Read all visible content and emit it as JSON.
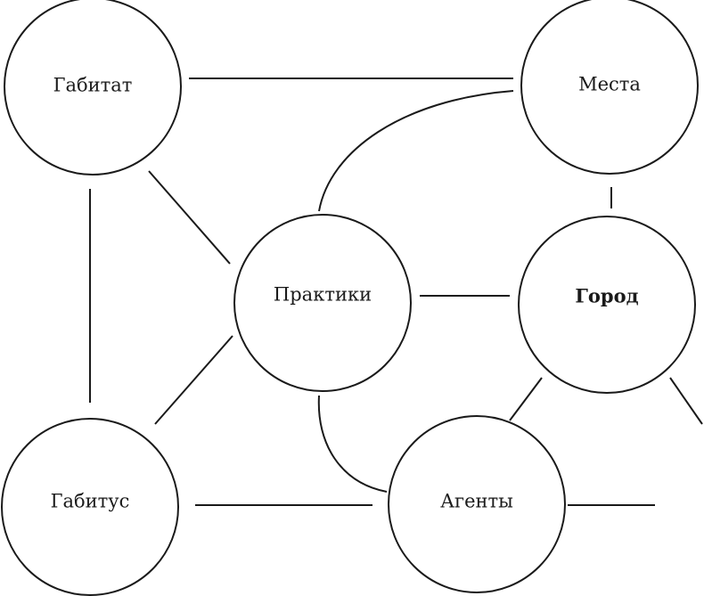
{
  "nodes": {
    "gabitat": {
      "label": "Габитат"
    },
    "mesta": {
      "label": "Места"
    },
    "praktiki": {
      "label": "Практики"
    },
    "gorod": {
      "label": "Город",
      "emphasis": "bold"
    },
    "gabitus": {
      "label": "Габитус"
    },
    "agenty": {
      "label": "Агенты"
    }
  },
  "edges": [
    {
      "from": "gabitat",
      "to": "mesta"
    },
    {
      "from": "gabitat",
      "to": "praktiki"
    },
    {
      "from": "gabitat",
      "to": "gabitus"
    },
    {
      "from": "praktiki",
      "to": "mesta"
    },
    {
      "from": "mesta",
      "to": "gorod"
    },
    {
      "from": "praktiki",
      "to": "gorod"
    },
    {
      "from": "gabitus",
      "to": "praktiki"
    },
    {
      "from": "gabitus",
      "to": "agenty"
    },
    {
      "from": "praktiki",
      "to": "agenty"
    },
    {
      "from": "gorod",
      "to": "agenty"
    },
    {
      "from": "gorod",
      "to": "offscreen"
    },
    {
      "from": "agenty",
      "to": "offscreen"
    }
  ],
  "colors": {
    "stroke": "#1a1a1a",
    "background": "#ffffff"
  }
}
